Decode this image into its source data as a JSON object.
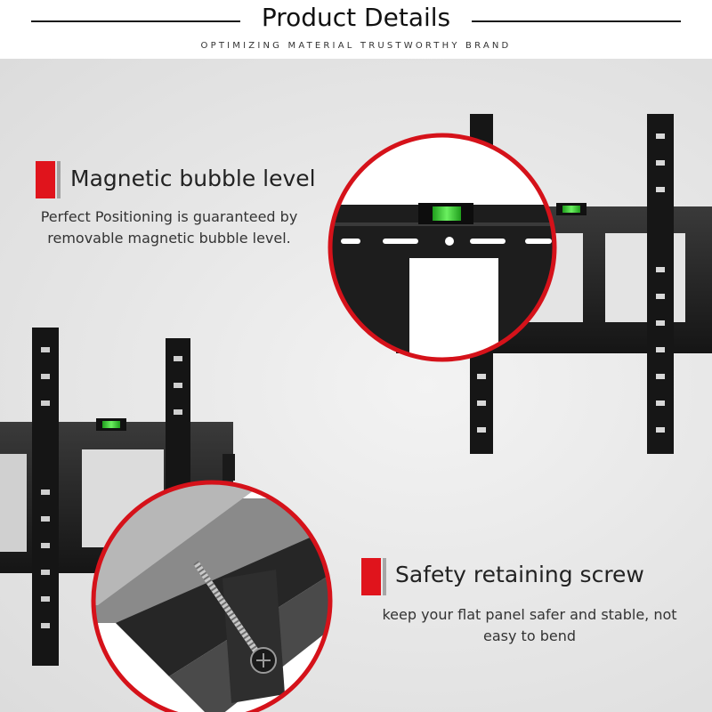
{
  "header": {
    "title": "Product Details",
    "subtitle": "OPTIMIZING MATERIAL TRUSTWORTHY BRAND"
  },
  "features": [
    {
      "title": "Magnetic bubble level",
      "description_line1": "Perfect Positioning is guaranteed by",
      "description_line2": "removable magnetic bubble level."
    },
    {
      "title": "Safety retaining screw",
      "description_line1": "keep your flat panel safer and stable, not",
      "description_line2": "easy to bend"
    }
  ],
  "colors": {
    "accent": "#e0141c",
    "mount": "#1c1c1c",
    "level_green": "#3ecf3a"
  }
}
